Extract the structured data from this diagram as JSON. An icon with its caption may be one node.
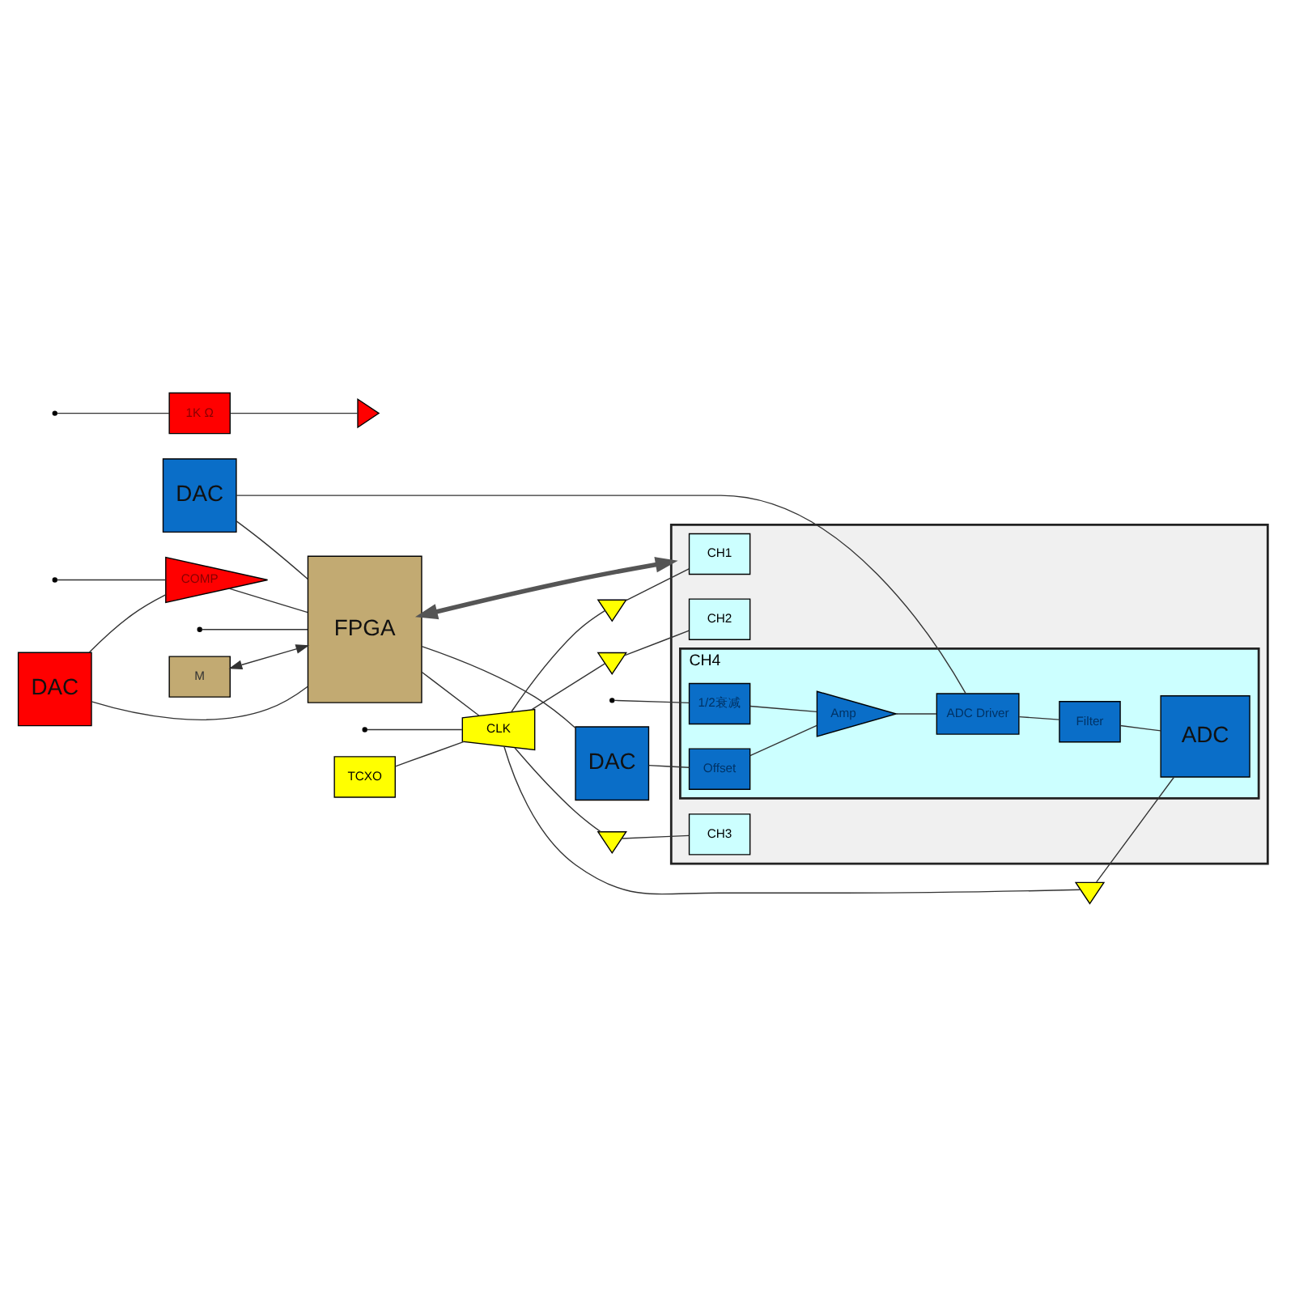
{
  "diagram": {
    "nodes": [
      {
        "text": [
          "CLK"
        ]
      },
      {
        "text": [
          "TCXO"
        ]
      },
      {
        "text": [],
        "shape": "triangle"
      },
      {
        "text": [],
        "shape": "triangle"
      },
      {
        "text": [],
        "shape": "triangle"
      },
      {
        "text": [],
        "shape": "triangle"
      },
      {
        "text": [],
        "shape": "box"
      },
      {
        "text": [
          "CH1"
        ],
        "in": 6
      },
      {
        "text": [
          "CH2"
        ],
        "in": 6
      },
      {
        "text": [
          "CH3"
        ],
        "in": 6
      },
      {
        "text": [
          "CH4"
        ],
        "in": 6
      },
      {
        "text": [
          "1/2衰减"
        ],
        "in": 10
      },
      {
        "text": [
          "Amp"
        ],
        "in": 10
      },
      {
        "text": [
          "ADC Driver"
        ],
        "in": 10
      },
      {
        "text": [
          "Filter"
        ],
        "in": 10
      },
      {
        "text": [
          "ADC"
        ],
        "in": 10
      },
      {
        "text": [
          "Offset"
        ],
        "in": 10
      },
      {
        "text": [
          "DAC"
        ]
      },
      {
        "text": [
          "FPGA"
        ]
      },
      {
        "text": [
          "M"
        ]
      },
      {
        "text": [
          "DAC"
        ]
      },
      {
        "text": [
          "COMP"
        ]
      },
      {
        "text": [
          "1K Ω"
        ]
      },
      {
        "text": [],
        "shape": "triangle"
      },
      {
        "text": [
          "DAC"
        ]
      }
    ],
    "edges": [
      {
        "from": 1,
        "to": 0,
        "arrow": "none"
      },
      {
        "from": null,
        "to": 0,
        "arrow": "none"
      },
      {
        "from": 18,
        "to": 0,
        "arrow": "none"
      },
      {
        "from": 0,
        "to": 2,
        "arrow": "none"
      },
      {
        "from": 0,
        "to": 3,
        "arrow": "none"
      },
      {
        "from": 0,
        "to": 4,
        "arrow": "none"
      },
      {
        "from": 0,
        "to": 5,
        "arrow": "none"
      },
      {
        "from": 2,
        "to": 7,
        "arrow": "none"
      },
      {
        "from": 3,
        "to": 8,
        "arrow": "none"
      },
      {
        "from": 4,
        "to": 9,
        "arrow": "none"
      },
      {
        "from": 5,
        "to": 15,
        "arrow": "none"
      },
      {
        "from": null,
        "to": 11,
        "arrow": "none"
      },
      {
        "from": 11,
        "to": 12,
        "arrow": "none"
      },
      {
        "from": 12,
        "to": 13,
        "arrow": "none"
      },
      {
        "from": 13,
        "to": 14,
        "arrow": "none"
      },
      {
        "from": 14,
        "to": 15,
        "arrow": "none"
      },
      {
        "from": 16,
        "to": 12,
        "arrow": "none"
      },
      {
        "from": 17,
        "to": 16,
        "arrow": "none"
      },
      {
        "from": 18,
        "to": 17,
        "arrow": "none"
      },
      {
        "from": 13,
        "to": 20,
        "arrow": "none"
      },
      {
        "from": 20,
        "to": 18,
        "arrow": "none"
      },
      {
        "from": 6,
        "to": 18,
        "arrow": "both",
        "style": "thick"
      },
      {
        "from": 19,
        "to": 18,
        "arrow": "both"
      },
      {
        "from": null,
        "to": 18,
        "arrow": "none"
      },
      {
        "from": null,
        "to": 21,
        "arrow": "none"
      },
      {
        "from": null,
        "to": 22,
        "arrow": "none"
      },
      {
        "from": 22,
        "to": 23,
        "arrow": "none"
      },
      {
        "from": 24,
        "to": 21,
        "arrow": "none"
      },
      {
        "from": 21,
        "to": 18,
        "arrow": "none"
      },
      {
        "from": 24,
        "to": 18,
        "arrow": "none"
      }
    ]
  }
}
